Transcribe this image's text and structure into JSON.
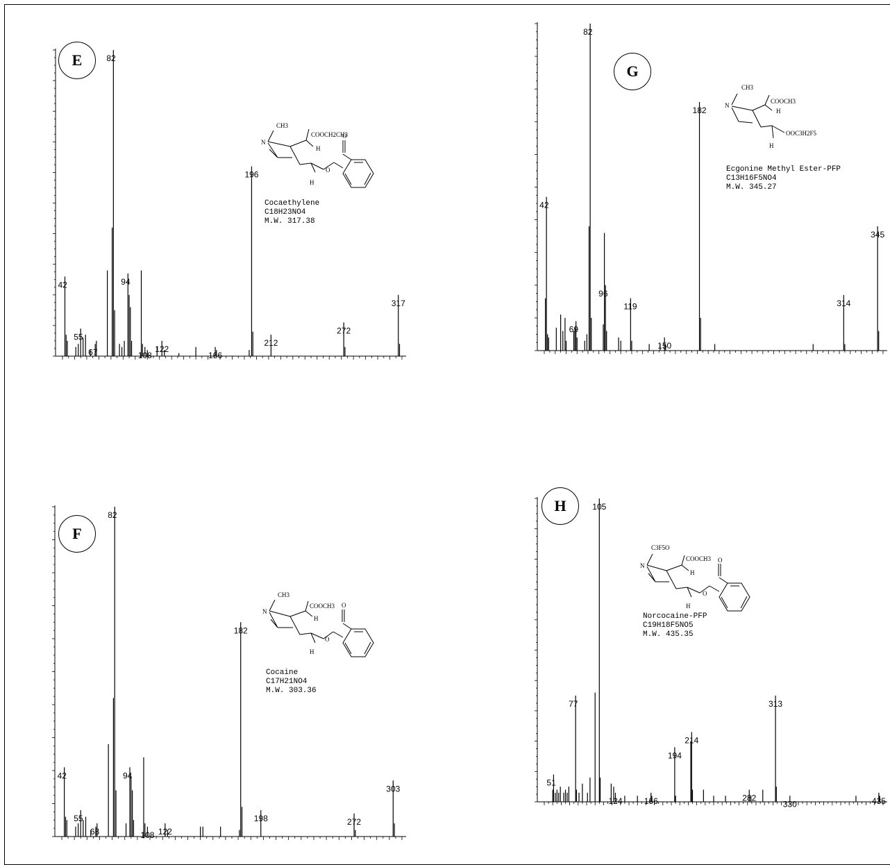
{
  "panels": [
    {
      "id": "E",
      "compound": {
        "name": "Cocaethylene",
        "formula": "C18H23NO4",
        "mw": "M.W. 317.38"
      },
      "structure_labels": {
        "n_substituent": "CH3",
        "ester": "COOCH2CH3",
        "h": "H",
        "o1": "O",
        "o2": "O",
        "n": "N"
      }
    },
    {
      "id": "G",
      "compound": {
        "name": "Ecgonine Methyl Ester-PFP",
        "formula": "C13H16F5NO4",
        "mw": "M.W. 345.27"
      },
      "structure_labels": {
        "n_substituent": "CH3",
        "ester": "COOCH3",
        "h": "H",
        "o2": "OOC3H2F5",
        "n": "N"
      }
    },
    {
      "id": "F",
      "compound": {
        "name": "Cocaine",
        "formula": "C17H21NO4",
        "mw": "M.W. 303.36"
      },
      "structure_labels": {
        "n_substituent": "CH3",
        "ester": "COOCH3",
        "h": "H",
        "o1": "O",
        "o2": "O",
        "n": "N"
      }
    },
    {
      "id": "H",
      "compound": {
        "name": "Norcocaine-PFP",
        "formula": "C19H18F5NO5",
        "mw": "M.W. 435.35"
      },
      "structure_labels": {
        "n_substituent": "C3F5O",
        "ester": "COOCH3",
        "h": "H",
        "o1": "O",
        "o2": "O",
        "n": "N"
      }
    }
  ],
  "chart_data": [
    {
      "type": "bar",
      "panel": "E",
      "xlim": [
        40,
        320
      ],
      "ylim": [
        0,
        100
      ],
      "peaks": [
        {
          "mz": 42,
          "i": 26,
          "label": "42"
        },
        {
          "mz": 43,
          "i": 7
        },
        {
          "mz": 44,
          "i": 5
        },
        {
          "mz": 51,
          "i": 3
        },
        {
          "mz": 53,
          "i": 4
        },
        {
          "mz": 55,
          "i": 9,
          "label": "55"
        },
        {
          "mz": 57,
          "i": 6
        },
        {
          "mz": 59,
          "i": 7
        },
        {
          "mz": 63,
          "i": 2
        },
        {
          "mz": 67,
          "i": 4,
          "label": "67"
        },
        {
          "mz": 68,
          "i": 5
        },
        {
          "mz": 77,
          "i": 28
        },
        {
          "mz": 81,
          "i": 42
        },
        {
          "mz": 82,
          "i": 100,
          "label": "82"
        },
        {
          "mz": 83,
          "i": 15
        },
        {
          "mz": 87,
          "i": 4
        },
        {
          "mz": 89,
          "i": 3
        },
        {
          "mz": 91,
          "i": 5
        },
        {
          "mz": 94,
          "i": 27,
          "label": "94"
        },
        {
          "mz": 95,
          "i": 20
        },
        {
          "mz": 96,
          "i": 16
        },
        {
          "mz": 97,
          "i": 5
        },
        {
          "mz": 105,
          "i": 28
        },
        {
          "mz": 106,
          "i": 4
        },
        {
          "mz": 108,
          "i": 3,
          "label": "108"
        },
        {
          "mz": 110,
          "i": 2
        },
        {
          "mz": 118,
          "i": 3
        },
        {
          "mz": 122,
          "i": 5,
          "label": "122"
        },
        {
          "mz": 124,
          "i": 2
        },
        {
          "mz": 136,
          "i": 1
        },
        {
          "mz": 150,
          "i": 3
        },
        {
          "mz": 166,
          "i": 3,
          "label": "166"
        },
        {
          "mz": 167,
          "i": 2
        },
        {
          "mz": 194,
          "i": 2
        },
        {
          "mz": 196,
          "i": 62,
          "label": "196"
        },
        {
          "mz": 197,
          "i": 8
        },
        {
          "mz": 212,
          "i": 7,
          "label": "212"
        },
        {
          "mz": 272,
          "i": 11,
          "label": "272"
        },
        {
          "mz": 273,
          "i": 3
        },
        {
          "mz": 317,
          "i": 20,
          "label": "317"
        },
        {
          "mz": 318,
          "i": 4
        }
      ]
    },
    {
      "type": "bar",
      "panel": "G",
      "xlim": [
        40,
        350
      ],
      "ylim": [
        0,
        100
      ],
      "peaks": [
        {
          "mz": 41,
          "i": 16
        },
        {
          "mz": 42,
          "i": 47,
          "label": "42"
        },
        {
          "mz": 43,
          "i": 5
        },
        {
          "mz": 44,
          "i": 4
        },
        {
          "mz": 51,
          "i": 7
        },
        {
          "mz": 55,
          "i": 11
        },
        {
          "mz": 57,
          "i": 6
        },
        {
          "mz": 59,
          "i": 10
        },
        {
          "mz": 60,
          "i": 3
        },
        {
          "mz": 67,
          "i": 6
        },
        {
          "mz": 68,
          "i": 7
        },
        {
          "mz": 69,
          "i": 9,
          "label": "69"
        },
        {
          "mz": 70,
          "i": 4
        },
        {
          "mz": 77,
          "i": 3
        },
        {
          "mz": 79,
          "i": 5
        },
        {
          "mz": 81,
          "i": 38
        },
        {
          "mz": 82,
          "i": 100,
          "label": "82"
        },
        {
          "mz": 83,
          "i": 10
        },
        {
          "mz": 94,
          "i": 8
        },
        {
          "mz": 95,
          "i": 36
        },
        {
          "mz": 96,
          "i": 20,
          "label": "96"
        },
        {
          "mz": 97,
          "i": 6
        },
        {
          "mz": 108,
          "i": 4
        },
        {
          "mz": 110,
          "i": 3
        },
        {
          "mz": 119,
          "i": 16,
          "label": "119"
        },
        {
          "mz": 120,
          "i": 3
        },
        {
          "mz": 136,
          "i": 2
        },
        {
          "mz": 146,
          "i": 2
        },
        {
          "mz": 150,
          "i": 4,
          "label": "150"
        },
        {
          "mz": 151,
          "i": 2
        },
        {
          "mz": 182,
          "i": 76,
          "label": "182"
        },
        {
          "mz": 183,
          "i": 10
        },
        {
          "mz": 196,
          "i": 2
        },
        {
          "mz": 286,
          "i": 2
        },
        {
          "mz": 314,
          "i": 17,
          "label": "314"
        },
        {
          "mz": 315,
          "i": 2
        },
        {
          "mz": 345,
          "i": 38,
          "label": "345"
        },
        {
          "mz": 346,
          "i": 6
        }
      ]
    },
    {
      "type": "bar",
      "panel": "F",
      "xlim": [
        40,
        310
      ],
      "ylim": [
        0,
        100
      ],
      "peaks": [
        {
          "mz": 42,
          "i": 21,
          "label": "42"
        },
        {
          "mz": 43,
          "i": 6
        },
        {
          "mz": 44,
          "i": 5
        },
        {
          "mz": 51,
          "i": 3
        },
        {
          "mz": 53,
          "i": 4
        },
        {
          "mz": 55,
          "i": 8,
          "label": "55"
        },
        {
          "mz": 57,
          "i": 5
        },
        {
          "mz": 59,
          "i": 6
        },
        {
          "mz": 63,
          "i": 2
        },
        {
          "mz": 67,
          "i": 3
        },
        {
          "mz": 68,
          "i": 4,
          "label": "68"
        },
        {
          "mz": 77,
          "i": 28
        },
        {
          "mz": 81,
          "i": 42
        },
        {
          "mz": 82,
          "i": 100,
          "label": "82"
        },
        {
          "mz": 83,
          "i": 14
        },
        {
          "mz": 91,
          "i": 4
        },
        {
          "mz": 94,
          "i": 21,
          "label": "94"
        },
        {
          "mz": 95,
          "i": 18
        },
        {
          "mz": 96,
          "i": 14
        },
        {
          "mz": 97,
          "i": 5
        },
        {
          "mz": 105,
          "i": 24
        },
        {
          "mz": 106,
          "i": 4
        },
        {
          "mz": 108,
          "i": 3,
          "label": "108"
        },
        {
          "mz": 122,
          "i": 4,
          "label": "122"
        },
        {
          "mz": 124,
          "i": 2
        },
        {
          "mz": 150,
          "i": 3
        },
        {
          "mz": 152,
          "i": 3
        },
        {
          "mz": 166,
          "i": 3
        },
        {
          "mz": 181,
          "i": 2
        },
        {
          "mz": 182,
          "i": 65,
          "label": "182"
        },
        {
          "mz": 183,
          "i": 9
        },
        {
          "mz": 198,
          "i": 8,
          "label": "198"
        },
        {
          "mz": 272,
          "i": 7,
          "label": "272"
        },
        {
          "mz": 273,
          "i": 2
        },
        {
          "mz": 303,
          "i": 17,
          "label": "303"
        },
        {
          "mz": 304,
          "i": 4
        }
      ]
    },
    {
      "type": "bar",
      "panel": "H",
      "xlim": [
        40,
        440
      ],
      "ylim": [
        0,
        100
      ],
      "peaks": [
        {
          "mz": 50,
          "i": 4
        },
        {
          "mz": 51,
          "i": 9,
          "label": "51"
        },
        {
          "mz": 53,
          "i": 3
        },
        {
          "mz": 55,
          "i": 4
        },
        {
          "mz": 57,
          "i": 3
        },
        {
          "mz": 59,
          "i": 5
        },
        {
          "mz": 63,
          "i": 3
        },
        {
          "mz": 65,
          "i": 4
        },
        {
          "mz": 67,
          "i": 3
        },
        {
          "mz": 69,
          "i": 5
        },
        {
          "mz": 77,
          "i": 35,
          "label": "77"
        },
        {
          "mz": 78,
          "i": 4
        },
        {
          "mz": 81,
          "i": 3
        },
        {
          "mz": 85,
          "i": 6
        },
        {
          "mz": 91,
          "i": 3
        },
        {
          "mz": 94,
          "i": 8
        },
        {
          "mz": 100,
          "i": 36
        },
        {
          "mz": 105,
          "i": 100,
          "label": "105"
        },
        {
          "mz": 106,
          "i": 8
        },
        {
          "mz": 119,
          "i": 6
        },
        {
          "mz": 122,
          "i": 5
        },
        {
          "mz": 124,
          "i": 3,
          "label": "124"
        },
        {
          "mz": 135,
          "i": 2
        },
        {
          "mz": 150,
          "i": 2
        },
        {
          "mz": 166,
          "i": 3,
          "label": "166"
        },
        {
          "mz": 167,
          "i": 2
        },
        {
          "mz": 194,
          "i": 18,
          "label": "194"
        },
        {
          "mz": 195,
          "i": 2
        },
        {
          "mz": 213,
          "i": 20
        },
        {
          "mz": 214,
          "i": 23,
          "label": "214"
        },
        {
          "mz": 215,
          "i": 4
        },
        {
          "mz": 228,
          "i": 4
        },
        {
          "mz": 240,
          "i": 2
        },
        {
          "mz": 254,
          "i": 2
        },
        {
          "mz": 282,
          "i": 4,
          "label": "282"
        },
        {
          "mz": 284,
          "i": 2
        },
        {
          "mz": 298,
          "i": 4
        },
        {
          "mz": 313,
          "i": 35,
          "label": "313"
        },
        {
          "mz": 314,
          "i": 5
        },
        {
          "mz": 330,
          "i": 2,
          "label": "330"
        },
        {
          "mz": 408,
          "i": 2
        },
        {
          "mz": 435,
          "i": 3,
          "label": "435"
        },
        {
          "mz": 436,
          "i": 2
        }
      ]
    }
  ]
}
